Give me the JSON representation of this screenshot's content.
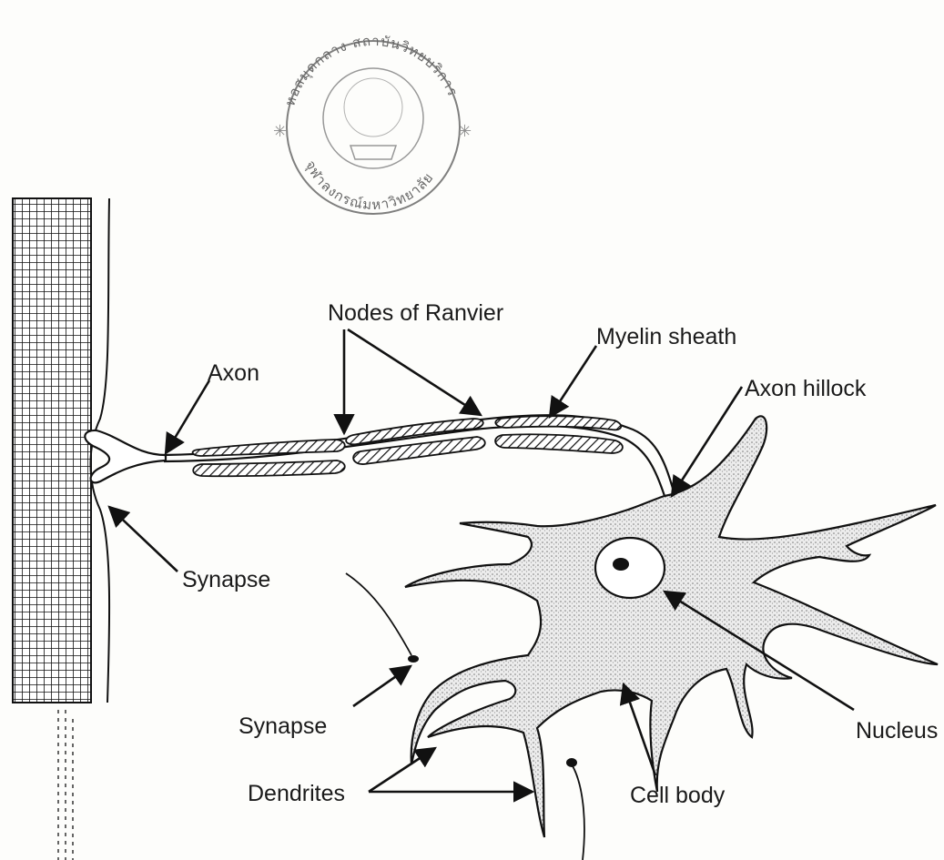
{
  "seal": {
    "top_text": "หอสมุดกลาง สถาบันวิทยบริการ",
    "bottom_text": "จุฬาลงกรณ์มหาวิทยาลัย"
  },
  "labels": {
    "nodes_of_ranvier": "Nodes of Ranvier",
    "myelin_sheath": "Myelin sheath",
    "axon": "Axon",
    "axon_hillock": "Axon hillock",
    "synapse_upper": "Synapse",
    "synapse_lower": "Synapse",
    "nucleus": "Nucleus",
    "cell_body": "Cell body",
    "dendrites": "Dendrites"
  },
  "colors": {
    "ink": "#1a1a1a",
    "paper": "#fdfdfb",
    "stipple": "#777777"
  }
}
